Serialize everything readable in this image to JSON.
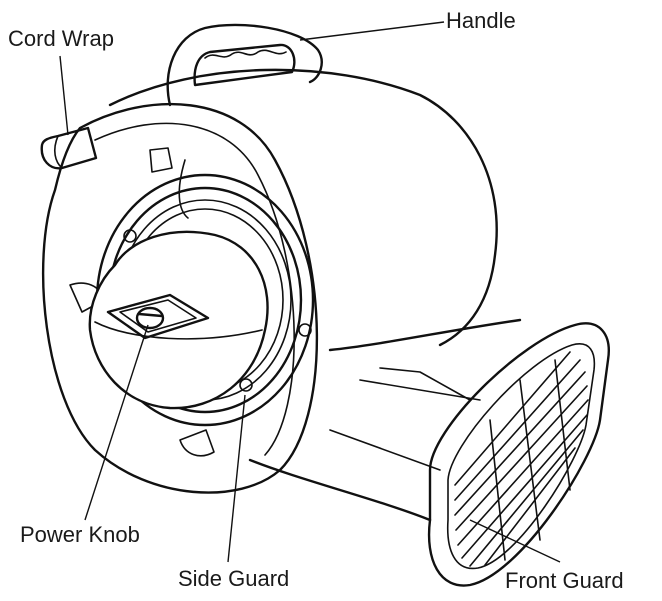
{
  "labels": {
    "cord_wrap": "Cord Wrap",
    "handle": "Handle",
    "power_knob": "Power Knob",
    "side_guard": "Side Guard",
    "front_guard": "Front Guard"
  },
  "colors": {
    "line": "#111111",
    "background": "#ffffff"
  }
}
